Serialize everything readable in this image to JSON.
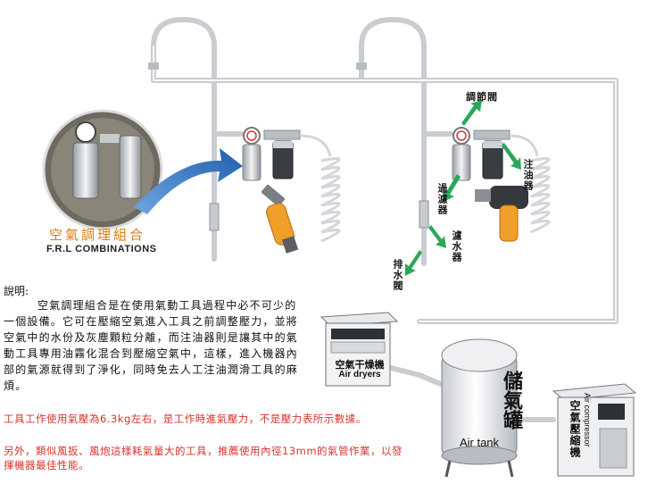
{
  "frl": {
    "title": "空氣調理組合",
    "subtitle": "F.R.L COMBINATIONS"
  },
  "callouts": {
    "regulator": "調節閥",
    "lubricator": "注油器",
    "filter": "過濾器",
    "water_filter": "濾水器",
    "drain_valve": "排水閥"
  },
  "description": {
    "title": "說明:",
    "body": "空氣調理組合是在使用氣動工具過程中必不可少的一個設備。它可在壓縮空氣進入工具之前調整壓力，並將空氣中的水份及灰塵顆粒分離，而注油器則是讓其中的氣動工具專用油霧化混合到壓縮空氣中，這樣，進入機器內部的氣源就得到了淨化，同時免去人工注油潤滑工具的麻煩。"
  },
  "notes": {
    "line1": "工具工作使用氣壓為6.3kg左右，是工作時進氣壓力，不是壓力表所示數據。",
    "line2": "另外，類似風扳、風炮這樣耗氣量大的工具，推薦使用內徑13mm的氣管作業，以發揮機器最佳性能。"
  },
  "devices": {
    "dryer_zh": "空氣干燥機",
    "dryer_en": "Air dryers",
    "tank_zh": "儲氣罐",
    "tank_en": "Air tank",
    "compressor_zh": "空氣壓縮機",
    "compressor_en": "Air compressor"
  },
  "colors": {
    "accent_orange": "#e07a10",
    "note_red": "#d8342c",
    "callout_green": "#2aa85a",
    "arrow_blue": "#1f5fb0",
    "pipe_gray": "#c9cdd2"
  }
}
